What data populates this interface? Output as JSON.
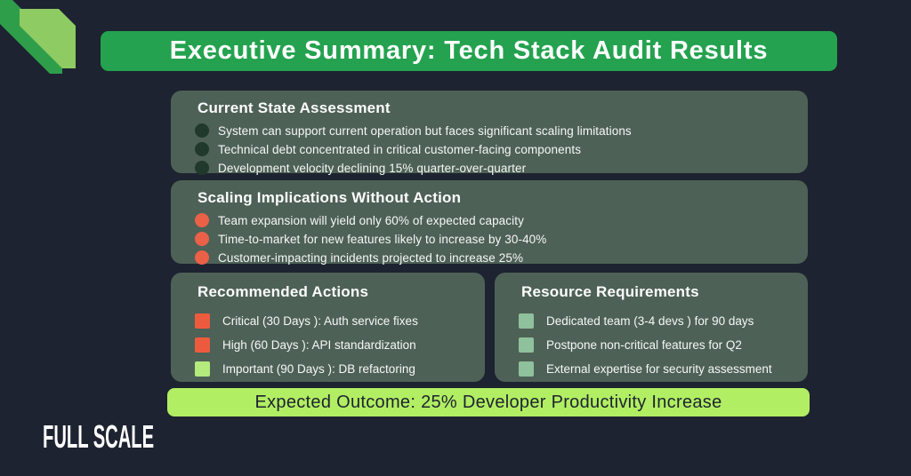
{
  "colors": {
    "background": "#1d2330",
    "title_bar": "#24a24f",
    "panel": "#4e6156",
    "neutral_bullet": "#21392c",
    "risk_bullet": "#ea6148",
    "outcome_bar": "#b2ee63",
    "outcome_text": "#1d2330",
    "ribbon_dark": "#2f9e4a",
    "ribbon_light": "#8ecb63"
  },
  "header": {
    "title": "Executive Summary: Tech Stack Audit Results"
  },
  "current_state": {
    "title": "Current State Assessment",
    "items": [
      "System can support current operation but faces significant scaling limitations",
      "Technical debt concentrated in critical customer-facing components",
      "Development velocity declining 15% quarter-over-quarter"
    ]
  },
  "scaling_implications": {
    "title": "Scaling Implications Without Action",
    "items": [
      "Team expansion will yield only 60% of expected capacity",
      "Time-to-market for new features likely to increase by 30-40%",
      "Customer-impacting incidents projected to increase 25%"
    ]
  },
  "recommended_actions": {
    "title": "Recommended Actions",
    "items": [
      {
        "label": "Critical (30 Days ): Auth service fixes",
        "swatch": "#ed5b3e"
      },
      {
        "label": "High (60 Days ): API standardization",
        "swatch": "#ed5b3e"
      },
      {
        "label": "Important (90 Days ): DB refactoring",
        "swatch": "#b5ea7d"
      }
    ]
  },
  "resource_requirements": {
    "title": "Resource Requirements",
    "items": [
      {
        "label": "Dedicated team (3-4 devs ) for 90 days",
        "swatch": "#8fc19c"
      },
      {
        "label": "Postpone non-critical features for Q2",
        "swatch": "#8fc19c"
      },
      {
        "label": "External expertise for security assessment",
        "swatch": "#8fc19c"
      }
    ]
  },
  "outcome": {
    "text": "Expected Outcome: 25% Developer Productivity Increase"
  },
  "brand": {
    "logo_text": "FULL SCALE"
  }
}
